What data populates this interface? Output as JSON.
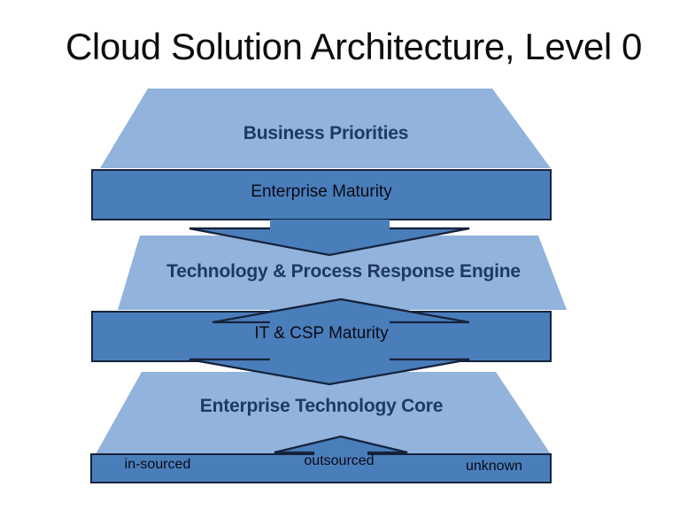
{
  "slide": {
    "title": "Cloud Solution Architecture, Level 0"
  },
  "colors": {
    "trapezoid_fill": "#91b3dc",
    "bar_fill": "#4a7ebb",
    "arrow_fill": "#4a7ebb",
    "outline": "#1f3050",
    "trapezoid_text": "#1f3864",
    "bar_text": "#0a0a14",
    "title_text": "#0d0d0d",
    "background": "#ffffff"
  },
  "diagram": {
    "type": "layered-stack",
    "layers": [
      {
        "id": "layer-1",
        "shape": "trapezoid",
        "label": "Business Priorities",
        "bar": {
          "label": "Enterprise Maturity"
        }
      },
      {
        "id": "layer-2",
        "shape": "trapezoid",
        "label": "Technology & Process Response Engine",
        "bar": {
          "label": "IT & CSP Maturity"
        }
      },
      {
        "id": "layer-3",
        "shape": "trapezoid",
        "label": "Enterprise Technology Core",
        "bar": {
          "segments": [
            {
              "label": "in-sourced"
            },
            {
              "label": "outsourced"
            },
            {
              "label": "unknown"
            }
          ]
        }
      }
    ],
    "connectors": [
      {
        "id": "connector-1",
        "direction": "down",
        "from": "Enterprise Maturity",
        "to": "Technology & Process Response Engine"
      },
      {
        "id": "connector-2",
        "direction": "up",
        "from": "IT & CSP Maturity",
        "to": "Technology & Process Response Engine"
      },
      {
        "id": "connector-3",
        "direction": "down",
        "from": "IT & CSP Maturity",
        "to": "Enterprise Technology Core"
      },
      {
        "id": "connector-4",
        "direction": "up",
        "from": "sourcing bar",
        "to": "Enterprise Technology Core"
      }
    ]
  }
}
